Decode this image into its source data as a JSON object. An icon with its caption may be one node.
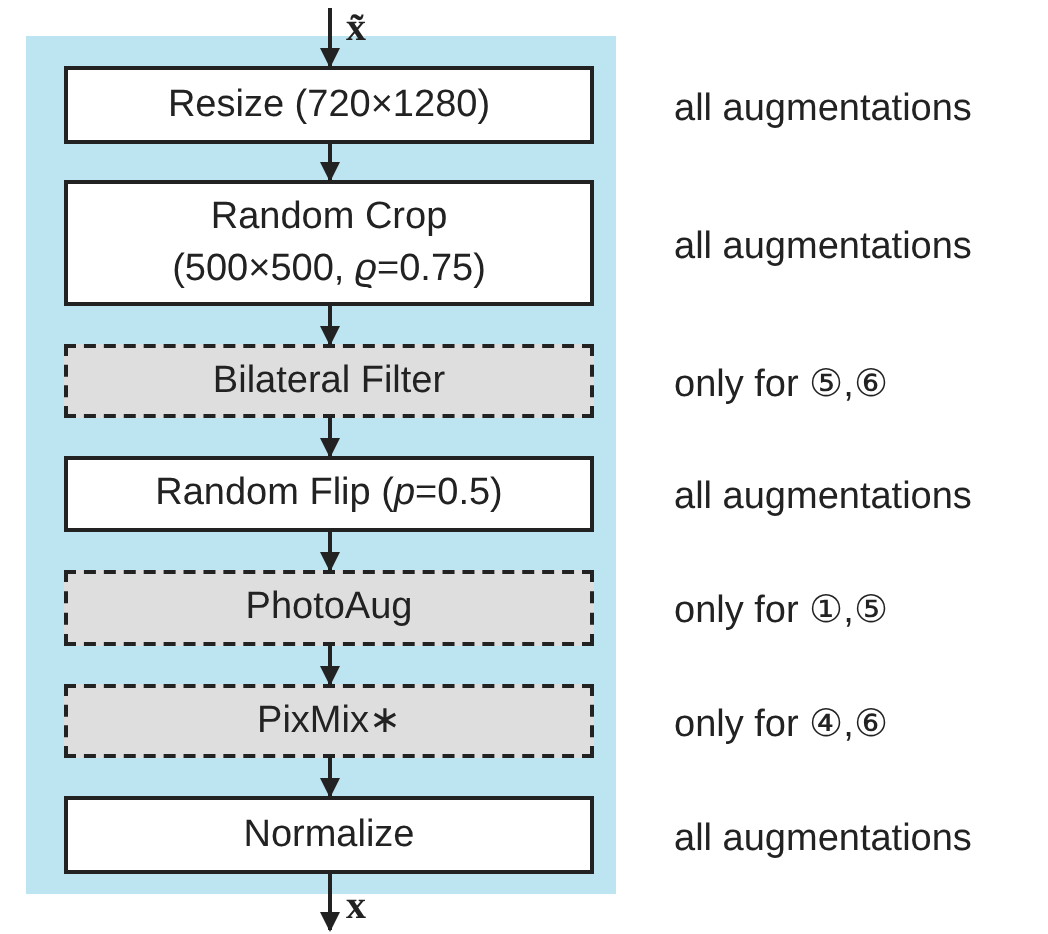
{
  "diagram": {
    "nodes": [
      {
        "text": [],
        "shape": "box"
      },
      {
        "text": [
          "Resize (720×1280)"
        ],
        "in": 0,
        "beside": [
          "all augmentations"
        ]
      },
      {
        "text": [
          "Random Crop",
          "(500×500, *ϱ*=0.75)"
        ],
        "in": 0,
        "beside": [
          "all augmentations"
        ]
      },
      {
        "text": [
          "Bilateral Filter"
        ],
        "in": 0,
        "beside": [
          "only for ⑤,⑥"
        ]
      },
      {
        "text": [
          "Random Flip (*p*=0.5)"
        ],
        "in": 0,
        "beside": [
          "all augmentations"
        ]
      },
      {
        "text": [
          "PhotoAug"
        ],
        "in": 0,
        "beside": [
          "only for ①,⑤"
        ]
      },
      {
        "text": [
          "PixMix∗"
        ],
        "in": 0,
        "beside": [
          "only for ④,⑥"
        ]
      },
      {
        "text": [
          "Normalize"
        ],
        "in": 0,
        "beside": [
          "all augmentations"
        ]
      }
    ],
    "edges": [
      {
        "from": null,
        "to": 1,
        "arrow": "to",
        "label": "x̃"
      },
      {
        "from": 1,
        "to": 2,
        "arrow": "to"
      },
      {
        "from": 2,
        "to": 3,
        "arrow": "to"
      },
      {
        "from": 3,
        "to": 4,
        "arrow": "to"
      },
      {
        "from": 4,
        "to": 5,
        "arrow": "to"
      },
      {
        "from": 5,
        "to": 6,
        "arrow": "to"
      },
      {
        "from": 6,
        "to": 7,
        "arrow": "to"
      },
      {
        "from": 7,
        "to": null,
        "arrow": "to",
        "label": "x"
      }
    ]
  }
}
